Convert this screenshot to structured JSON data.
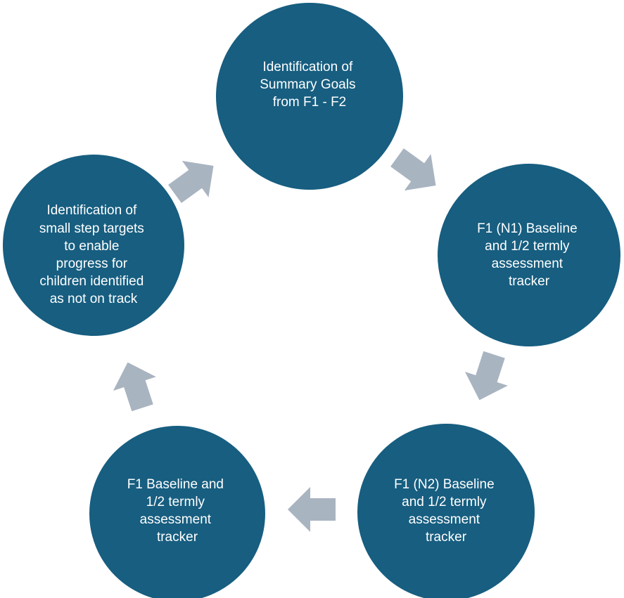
{
  "diagram": {
    "type": "cycle",
    "nodes": [
      {
        "id": "summary-goals",
        "lines": [
          "Identification of",
          "Summary Goals",
          "from F1 - F2"
        ]
      },
      {
        "id": "f1-n1-tracker",
        "lines": [
          "F1 (N1) Baseline",
          "and 1/2 termly",
          "assessment",
          "tracker"
        ]
      },
      {
        "id": "f1-n2-tracker",
        "lines": [
          "F1 (N2) Baseline",
          "and 1/2 termly",
          "assessment",
          "tracker"
        ]
      },
      {
        "id": "f1-tracker",
        "lines": [
          "F1 Baseline and",
          "1/2 termly",
          "assessment",
          "tracker"
        ]
      },
      {
        "id": "small-step-targets",
        "lines": [
          "Identification of",
          "small step targets",
          "to enable",
          "progress for",
          "children identified",
          "as not on track"
        ]
      }
    ],
    "edges": [
      {
        "from": "summary-goals",
        "to": "f1-n1-tracker"
      },
      {
        "from": "f1-n1-tracker",
        "to": "f1-n2-tracker"
      },
      {
        "from": "f1-n2-tracker",
        "to": "f1-tracker"
      },
      {
        "from": "f1-tracker",
        "to": "small-step-targets"
      },
      {
        "from": "small-step-targets",
        "to": "summary-goals"
      }
    ],
    "colors": {
      "node_fill": "#175e80",
      "node_text": "#ffffff",
      "arrow_fill": "#a9b4c1"
    }
  }
}
